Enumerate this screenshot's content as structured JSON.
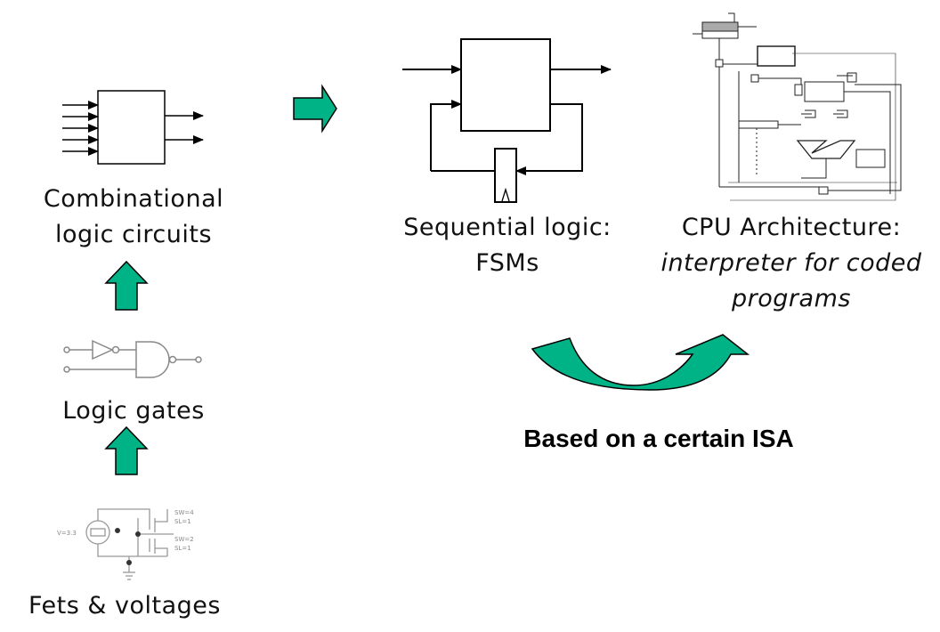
{
  "labels": {
    "combinational_line1": "Combinational",
    "combinational_line2": "logic circuits",
    "logic_gates": "Logic gates",
    "fets": "Fets & voltages",
    "sequential_line1": "Sequential logic:",
    "sequential_line2": "FSMs",
    "cpu_line1": "CPU Architecture:",
    "cpu_line2_italic": "interpreter",
    "cpu_line2_rest": " for coded",
    "cpu_line3": "programs",
    "isa": "Based on a certain ISA"
  },
  "circuit_text": {
    "vsource": "V=3.3",
    "sw1": "SW=4",
    "sl1": "SL=1",
    "sw2": "SW=2",
    "sl2": "SL=1"
  },
  "colors": {
    "arrow_fill": "#00b386",
    "arrow_stroke": "#000000",
    "line": "#000000",
    "faint_line": "#9a9a9a"
  }
}
